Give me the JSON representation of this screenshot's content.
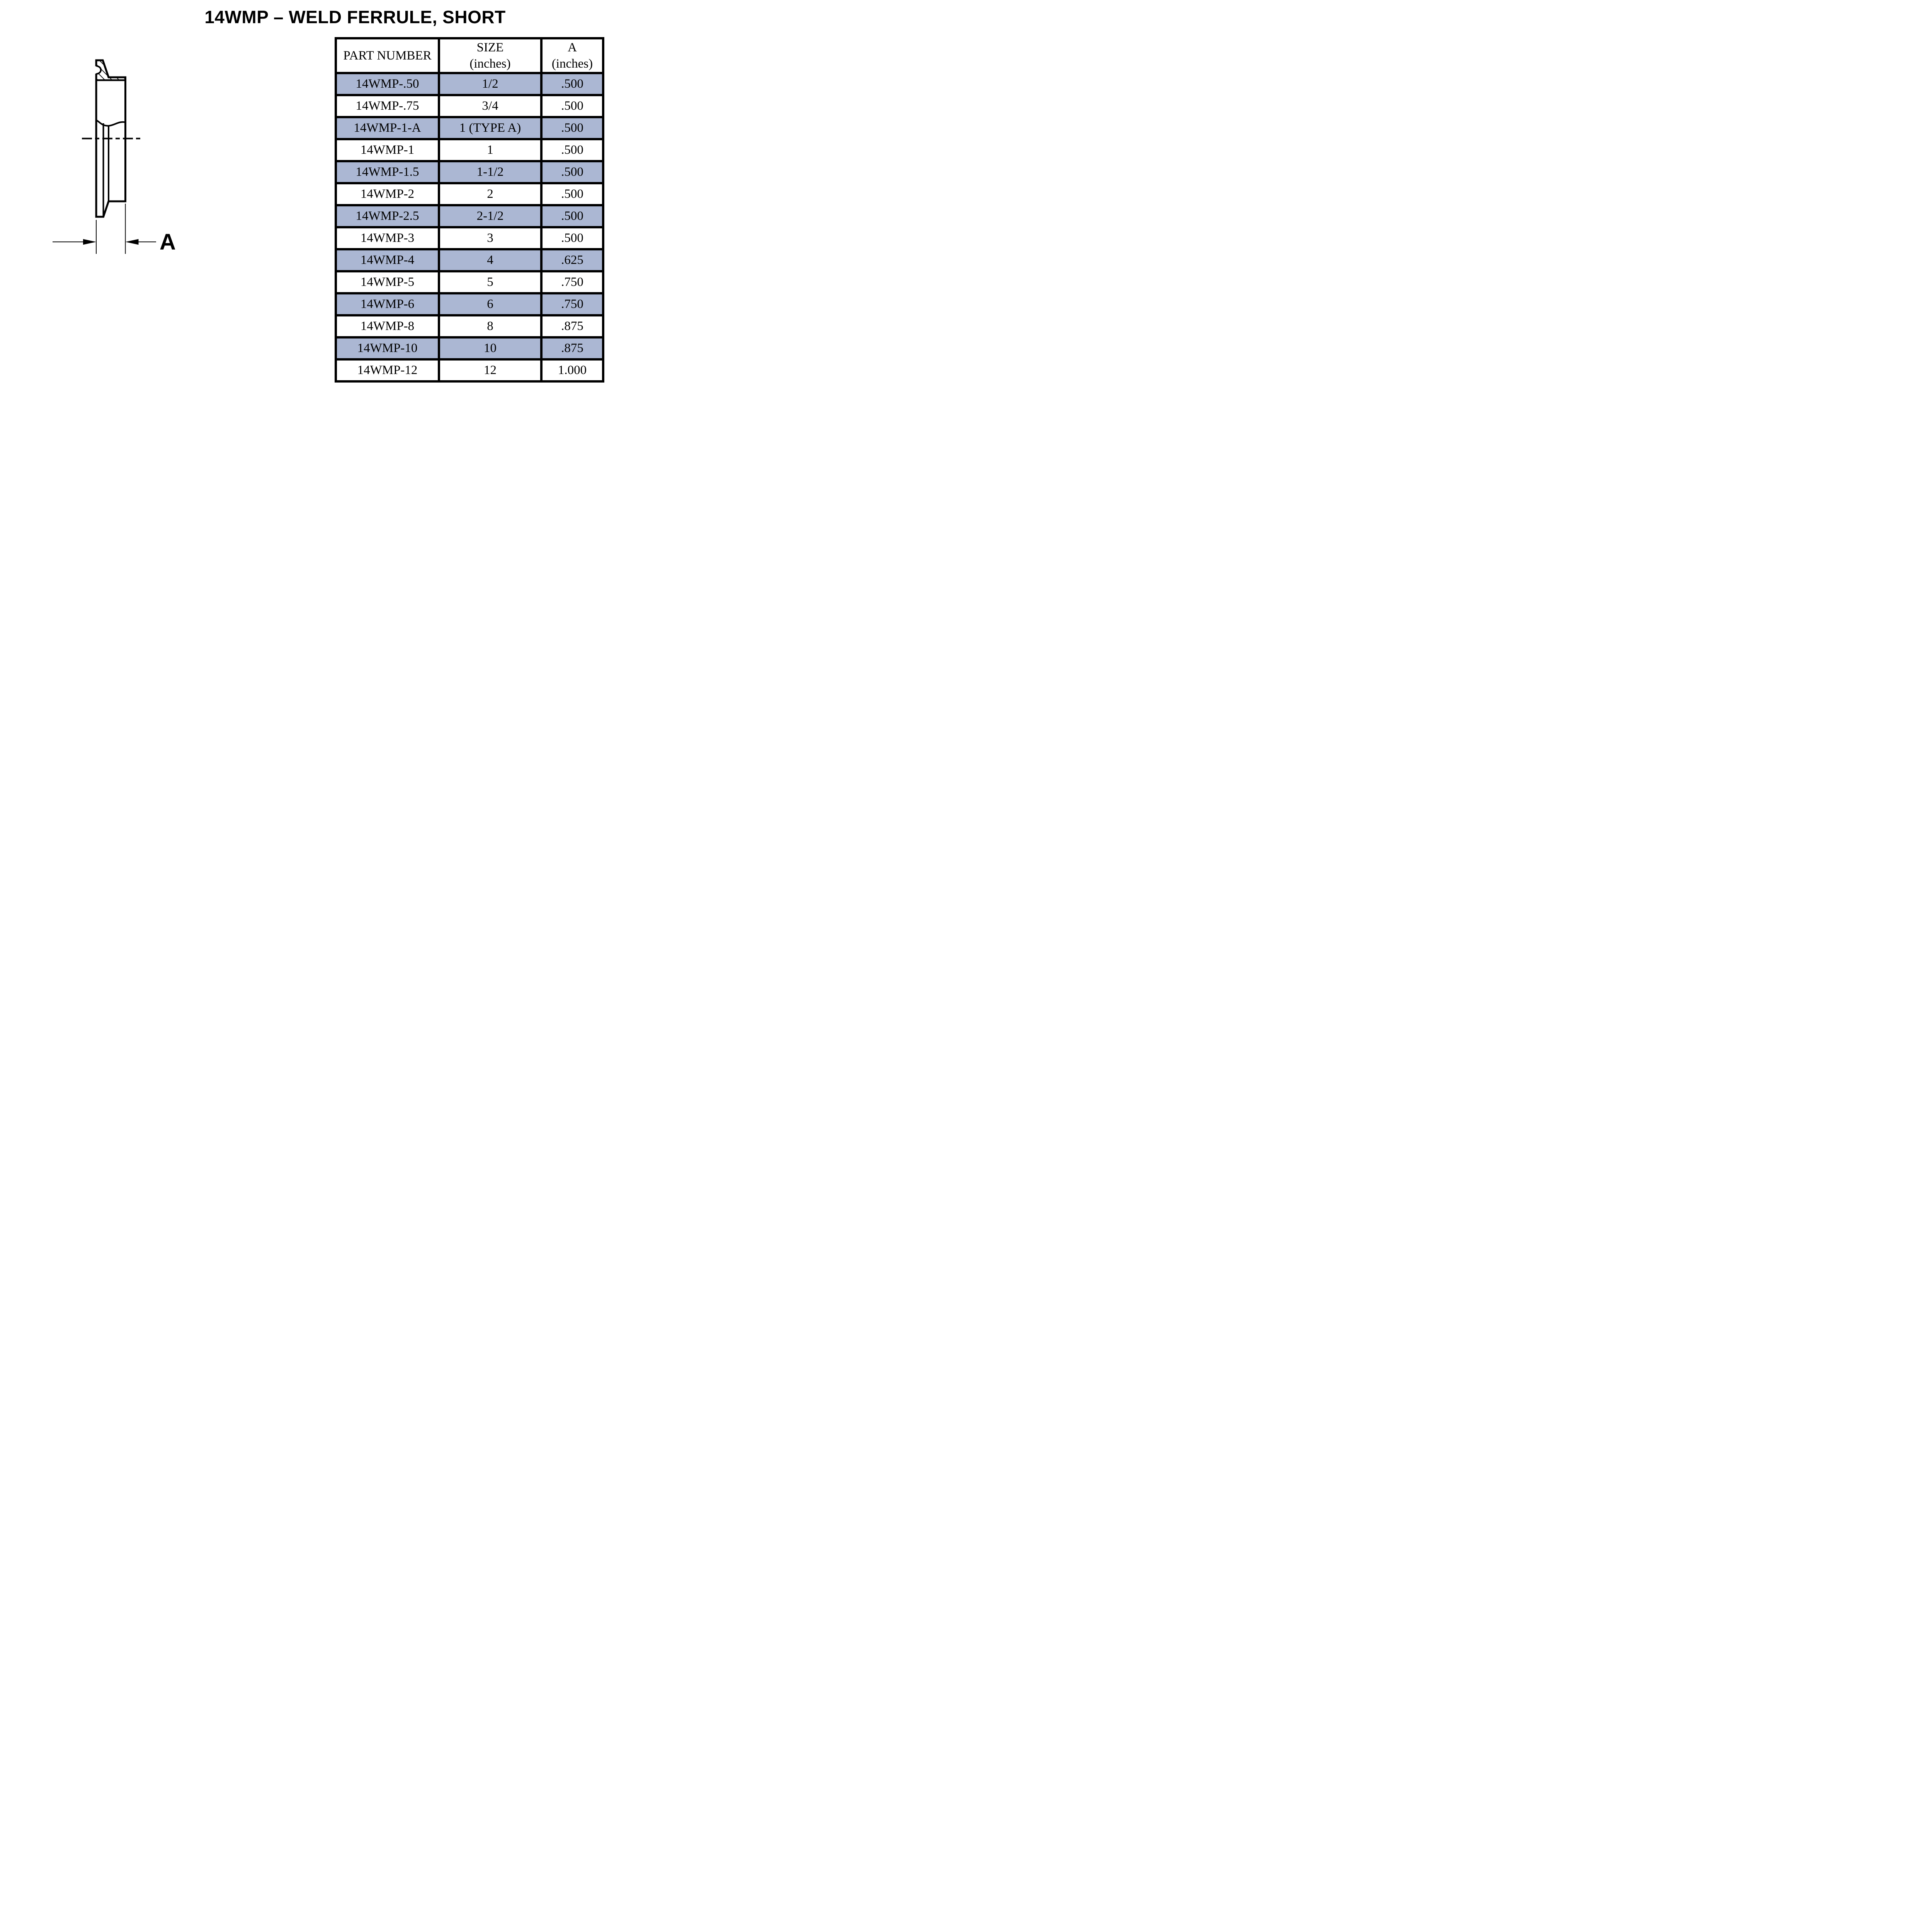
{
  "header": {
    "title": "14WMP – WELD FERRULE, SHORT"
  },
  "drawing": {
    "dim_label": "A"
  },
  "table": {
    "headers": [
      {
        "title": "PART NUMBER",
        "sub": ""
      },
      {
        "title": "SIZE",
        "sub": "(inches)"
      },
      {
        "title": "A",
        "sub": "(inches)"
      }
    ],
    "rows": [
      {
        "part": "14WMP-.50",
        "size": "1/2",
        "a": ".500",
        "shaded": true
      },
      {
        "part": "14WMP-.75",
        "size": "3/4",
        "a": ".500",
        "shaded": false
      },
      {
        "part": "14WMP-1-A",
        "size": "1 (TYPE A)",
        "a": ".500",
        "shaded": true
      },
      {
        "part": "14WMP-1",
        "size": "1",
        "a": ".500",
        "shaded": false
      },
      {
        "part": "14WMP-1.5",
        "size": "1-1/2",
        "a": ".500",
        "shaded": true
      },
      {
        "part": "14WMP-2",
        "size": "2",
        "a": ".500",
        "shaded": false
      },
      {
        "part": "14WMP-2.5",
        "size": "2-1/2",
        "a": ".500",
        "shaded": true
      },
      {
        "part": "14WMP-3",
        "size": "3",
        "a": ".500",
        "shaded": false
      },
      {
        "part": "14WMP-4",
        "size": "4",
        "a": ".625",
        "shaded": true
      },
      {
        "part": "14WMP-5",
        "size": "5",
        "a": ".750",
        "shaded": false
      },
      {
        "part": "14WMP-6",
        "size": "6",
        "a": ".750",
        "shaded": true
      },
      {
        "part": "14WMP-8",
        "size": "8",
        "a": ".875",
        "shaded": false
      },
      {
        "part": "14WMP-10",
        "size": "10",
        "a": ".875",
        "shaded": true
      },
      {
        "part": "14WMP-12",
        "size": "12",
        "a": "1.000",
        "shaded": false
      }
    ]
  },
  "colors": {
    "shaded_row": "#abb7d3",
    "border": "#000000",
    "text": "#000000",
    "background": "#ffffff"
  }
}
